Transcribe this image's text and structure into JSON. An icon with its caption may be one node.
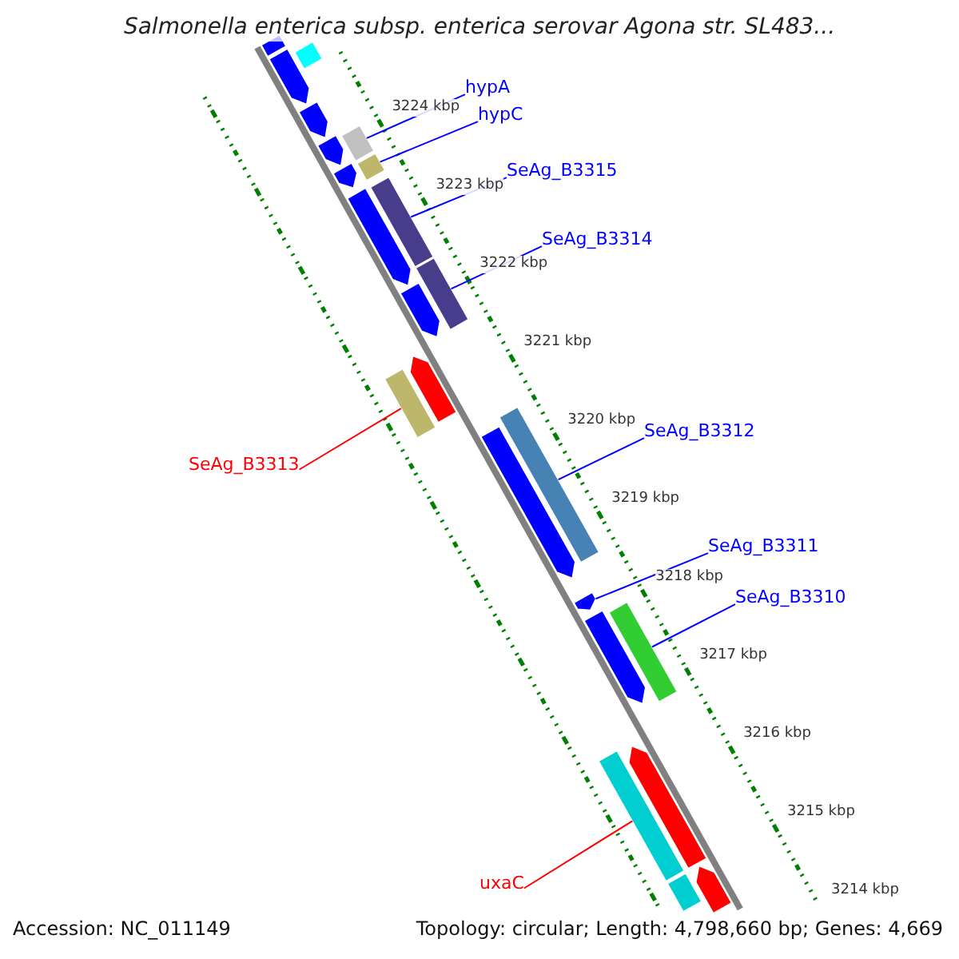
{
  "diagram": {
    "title": "Salmonella enterica subsp. enterica serovar Agona str. SL483...",
    "nodes": [
      {
        "text": [
          "hypA"
        ]
      },
      {
        "text": [],
        "shape": "box"
      },
      {
        "text": [
          "hypC"
        ]
      },
      {
        "text": [],
        "shape": "box"
      },
      {
        "text": [
          "SeAg_B3315"
        ]
      },
      {
        "text": [],
        "shape": "box"
      },
      {
        "text": [
          "SeAg_B3314"
        ]
      },
      {
        "text": [],
        "shape": "box"
      },
      {
        "text": [
          "SeAg_B3313"
        ]
      },
      {
        "text": [],
        "shape": "box"
      },
      {
        "text": [
          "SeAg_B3312"
        ]
      },
      {
        "text": [],
        "shape": "box"
      },
      {
        "text": [
          "SeAg_B3311"
        ]
      },
      {
        "text": [],
        "shape": "arrow"
      },
      {
        "text": [
          "SeAg_B3310"
        ]
      },
      {
        "text": [],
        "shape": "box"
      },
      {
        "text": [
          "uxaC"
        ]
      },
      {
        "text": [],
        "shape": "box"
      },
      {
        "text": [],
        "shape": "box"
      },
      {
        "text": [],
        "shape": "box"
      },
      {
        "text": [],
        "shape": "arrow"
      },
      {
        "text": [],
        "shape": "arrow"
      },
      {
        "text": [],
        "shape": "arrow"
      },
      {
        "text": [],
        "shape": "arrow"
      },
      {
        "text": [],
        "shape": "arrow"
      },
      {
        "text": [],
        "shape": "arrow"
      },
      {
        "text": [],
        "shape": "arrow"
      },
      {
        "text": [],
        "shape": "arrow"
      },
      {
        "text": [],
        "shape": "arrow"
      },
      {
        "text": [],
        "shape": "arrow"
      },
      {
        "text": [],
        "shape": "arrow"
      },
      {
        "text": [],
        "shape": "box"
      }
    ],
    "edges": [
      {
        "from": 0,
        "to": 1,
        "arrow": "none"
      },
      {
        "from": 2,
        "to": 3,
        "arrow": "none"
      },
      {
        "from": 4,
        "to": 5,
        "arrow": "none"
      },
      {
        "from": 6,
        "to": 7,
        "arrow": "none"
      },
      {
        "from": 8,
        "to": 9,
        "arrow": "none",
        "color": "#ff0000"
      },
      {
        "from": 10,
        "to": 11,
        "arrow": "none"
      },
      {
        "from": 12,
        "to": 13,
        "arrow": "none"
      },
      {
        "from": 14,
        "to": 15,
        "arrow": "none"
      },
      {
        "from": 16,
        "to": 17,
        "arrow": "none",
        "color": "#ff0000"
      }
    ],
    "labels": [
      "3224 kbp",
      "3223 kbp",
      "3222 kbp",
      "3221 kbp",
      "3220 kbp",
      "3219 kbp",
      "3218 kbp",
      "3217 kbp",
      "3216 kbp",
      "3215 kbp",
      "3214 kbp",
      "Accession: NC_011149",
      "Topology: circular; Length: 4,798,660 bp; Genes: 4,669"
    ]
  }
}
